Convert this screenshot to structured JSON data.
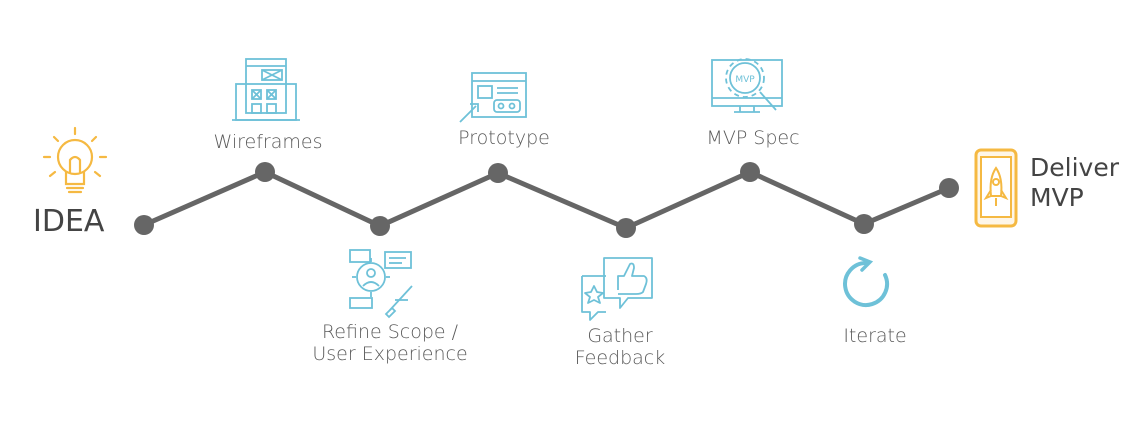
{
  "diagram": {
    "start": {
      "label": "IDEA",
      "icon": "lightbulb-icon"
    },
    "end": {
      "line1": "Deliver",
      "line2": "MVP",
      "icon": "phone-rocket-icon"
    },
    "steps": [
      {
        "label": "Wireframes",
        "icon": "wireframes-icon"
      },
      {
        "line1": "Refine Scope /",
        "line2": "User Experience",
        "icon": "refine-scope-icon"
      },
      {
        "label": "Prototype",
        "icon": "prototype-icon"
      },
      {
        "line1": "Gather",
        "line2": "Feedback",
        "icon": "feedback-icon"
      },
      {
        "label": "MVP Spec",
        "icon": "mvp-spec-icon"
      },
      {
        "label": "Iterate",
        "icon": "iterate-icon"
      }
    ],
    "colors": {
      "line": "#666666",
      "node": "#666666",
      "icon_blue": "#6ec1d8",
      "icon_orange": "#f5b942"
    }
  }
}
